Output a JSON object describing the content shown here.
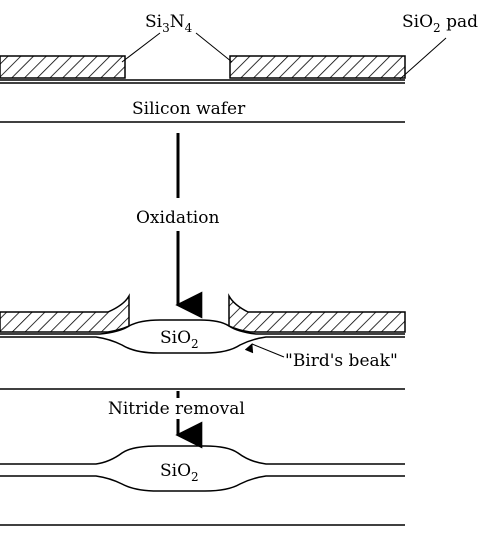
{
  "diagram": {
    "labels": {
      "nitride": {
        "main": "Si",
        "sub1": "3",
        "mid": "N",
        "sub2": "4"
      },
      "pad": {
        "main": "SiO",
        "sub": "2",
        "rest": " pad"
      },
      "wafer": "Silicon wafer",
      "oxidation": "Oxidation",
      "oxide_mid": {
        "main": "SiO",
        "sub": "2"
      },
      "birds_beak": "\"Bird's beak\"",
      "nitride_removal": "Nitride removal",
      "oxide_bottom": {
        "main": "SiO",
        "sub": "2"
      }
    },
    "colors": {
      "ink": "#000000",
      "background": "#ffffff"
    }
  }
}
